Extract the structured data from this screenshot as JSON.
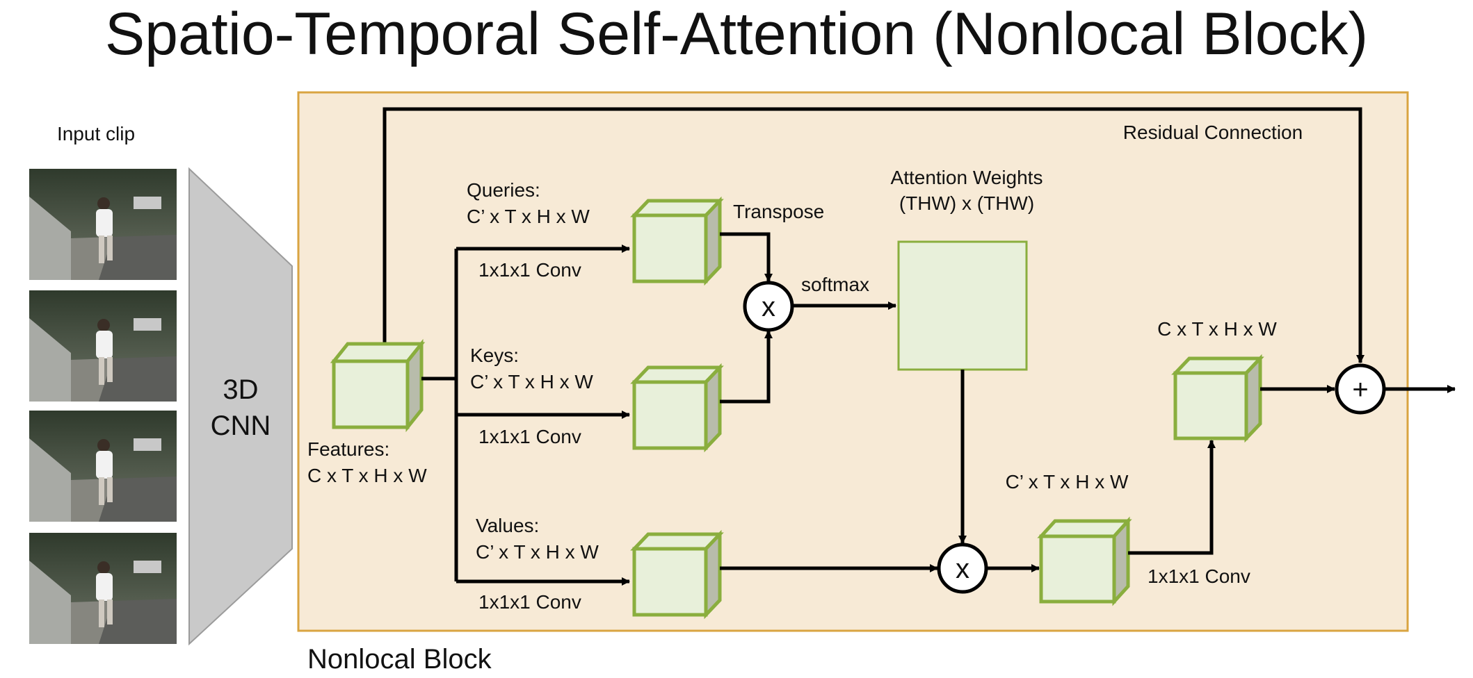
{
  "title": "Spatio-Temporal Self-Attention (Nonlocal Block)",
  "input_clip": {
    "label": "Input clip",
    "frames": [
      "frame-1",
      "frame-2",
      "frame-3",
      "frame-4"
    ]
  },
  "cnn": {
    "line1": "3D",
    "line2": "CNN"
  },
  "block_label": "Nonlocal Block",
  "residual_label": "Residual Connection",
  "features": {
    "label": "Features:",
    "dims": "C x T x H x W"
  },
  "queries": {
    "label": "Queries:",
    "dims": "C’ x T x H x W",
    "conv": "1x1x1 Conv"
  },
  "keys": {
    "label": "Keys:",
    "dims": "C’ x T x H x W",
    "conv": "1x1x1 Conv"
  },
  "values": {
    "label": "Values:",
    "dims": "C’ x T x H x W",
    "conv": "1x1x1 Conv"
  },
  "transpose_label": "Transpose",
  "softmax_label": "softmax",
  "attention": {
    "label": "Attention Weights",
    "dims": "(THW) x (THW)"
  },
  "mult_symbol": "x",
  "plus_symbol": "+",
  "output_mid_dims": "C’ x T x H x W",
  "output_dims": "C x T x H x W",
  "final_conv": "1x1x1 Conv",
  "colors": {
    "block_fill": "#f7ead6",
    "block_border": "#d9a441",
    "cube_face": "#e8f0da",
    "cube_side": "#b8bcab",
    "cube_edge": "#8aae3e",
    "cnn_fill": "#c9c9c9",
    "arrow": "#000000"
  }
}
